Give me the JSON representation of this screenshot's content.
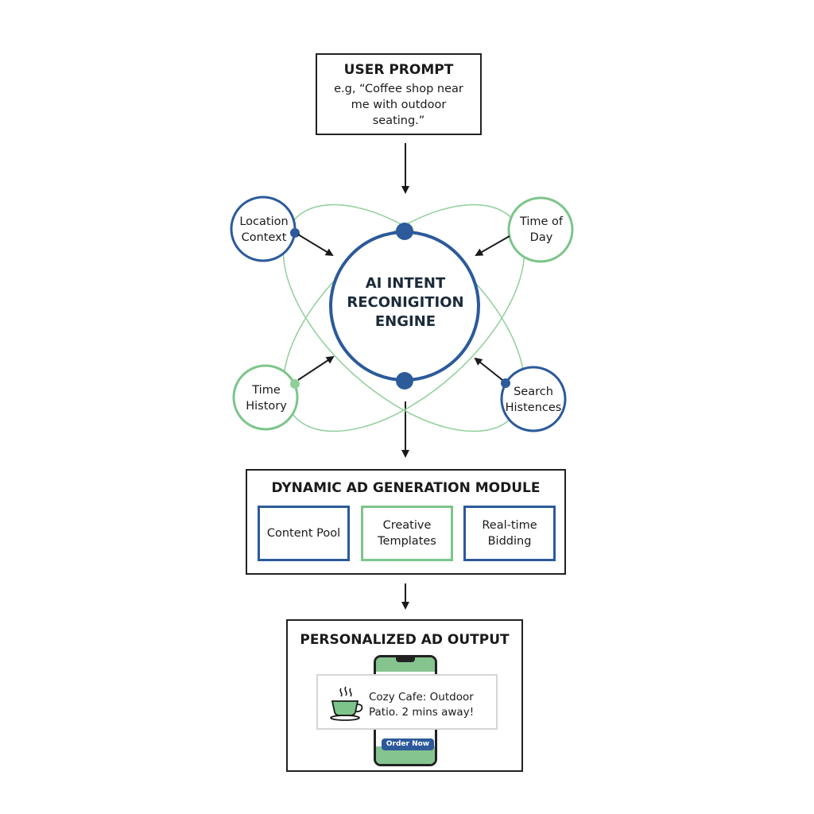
{
  "user_prompt": {
    "title": "USER PROMPT",
    "example": "e.g, “Coffee shop near me with outdoor seating.”"
  },
  "engine": {
    "label": "AI INTENT RECONIGITION ENGINE"
  },
  "context_nodes": {
    "location_context": "Location Context",
    "time_of_day": "Time of Day",
    "time_history": "Time History",
    "search_histences": "Search Histences"
  },
  "module": {
    "title": "DYNAMIC AD GENERATION MODULE",
    "items": [
      "Content Pool",
      "Creative Templates",
      "Real-time Bidding"
    ]
  },
  "output": {
    "title": "PERSONALIZED AD OUTPUT",
    "ad_text": "Cozy Cafe: Outdoor Patio. 2 mins away!",
    "button_label": "Order Now"
  },
  "colors": {
    "blue": "#2c5a9a",
    "green": "#7cc58a",
    "phone_green": "#86c48f"
  },
  "icons": [
    "coffee-cup-icon"
  ]
}
